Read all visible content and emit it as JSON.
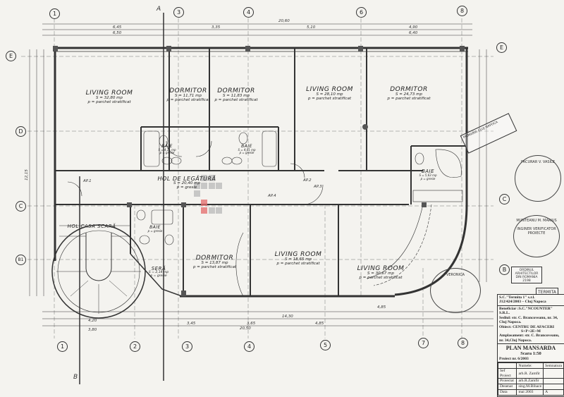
{
  "axes_top": [
    "1",
    "3",
    "4",
    "6",
    "8"
  ],
  "axes_bottom": [
    "1",
    "2",
    "3",
    "4",
    "5",
    "7",
    "8"
  ],
  "axes_left": [
    "E",
    "D",
    "C",
    "B1"
  ],
  "axes_right": [
    "E",
    "C",
    "B"
  ],
  "section_marks": [
    "A",
    "B"
  ],
  "dimensions_top": {
    "total": "20,60",
    "d1": "6,45",
    "d2": "6,50",
    "d3": "3,35",
    "d4": "5,10",
    "d5": "4,90",
    "d6": "6,40"
  },
  "dimensions_bottom": {
    "total": "20,50",
    "d1": "14,30",
    "d2": "3,45",
    "d3": "3,65",
    "d4": "4,85",
    "d5": "3,80",
    "d6": "4,20",
    "d7": "4,85"
  },
  "dimensions_left": "12,15",
  "rooms": [
    {
      "name": "LIVING ROOM",
      "area": "S = 32,80 mp",
      "floor": "p = parchet stratificat"
    },
    {
      "name": "DORMITOR",
      "area": "S = 11,71 mp",
      "floor": "p = parchet stratificat"
    },
    {
      "name": "DORMITOR",
      "area": "S = 11,83 mp",
      "floor": "p = parchet stratificat"
    },
    {
      "name": "LIVING ROOM",
      "area": "S = 28,10 mp",
      "floor": "p = parchet stratificat"
    },
    {
      "name": "DORMITOR",
      "area": "S = 24,73 mp",
      "floor": "p = parchet stratificat"
    },
    {
      "name": "BAIE",
      "area": "S = 4,11 mp",
      "floor": "p = gresie"
    },
    {
      "name": "BAIE",
      "area": "S = 4,01 mp",
      "floor": "p = gresie"
    },
    {
      "name": "BAIE",
      "area": "S = 5,63 mp",
      "floor": "p = gresie"
    },
    {
      "name": "HOL DE LEGĂTURĂ",
      "area": "S = 20,40 mp",
      "floor": "p = gresie"
    },
    {
      "name": "HOL CASA SCARĂ",
      "area": "",
      "floor": ""
    },
    {
      "name": "BAIE",
      "area": "",
      "floor": "p = gresie"
    },
    {
      "name": "SERĂ",
      "area": "S = 2,14 mp",
      "floor": "p = gresie"
    },
    {
      "name": "DORMITOR",
      "area": "S = 13,87 mp",
      "floor": "p = parchet stratificat"
    },
    {
      "name": "LIVING ROOM",
      "area": "S = 18,65 mp",
      "floor": "p = parchet stratificat"
    },
    {
      "name": "LIVING ROOM",
      "area": "S = 30,67 mp",
      "floor": "p = parchet stratificat"
    }
  ],
  "apartment_tags": [
    "AP.1",
    "AP.2",
    "AP.3",
    "AP.4"
  ],
  "title_block": {
    "company": "S.C.\"Termita 1\" s.r.l.",
    "registry": "J12/424/2003 – Cluj Napoca",
    "beneficiary": "Beneficiar :S.C.\"NCOUNTER\" S.R.L.",
    "seat": "Sediul: str. C. Brancoveanu, nr. 34, Cluj Napoca.",
    "object": "Obiect: CENTRU DE AFACERI",
    "levels": "S+P+2E+M",
    "location": "Amplasament: str. C. Brancoveanu, nr. 34,Cluj Napoca.",
    "plan_title": "PLAN MANSARDA",
    "scale": "Scara 1:50",
    "project_no": "Proiect nr. 6/2003",
    "table_header": [
      "",
      "Numele:",
      "Semnatura"
    ],
    "rows": [
      [
        "Sef Proiect",
        "arh.R. Zamfir"
      ],
      [
        "Proiectat",
        "arh.R.Zamfir"
      ],
      [
        "Desenat",
        "sing.M.Bihace"
      ],
      [
        "Data",
        "mai 2003",
        "A"
      ]
    ]
  },
  "stamps": {
    "firm": "TERMITA",
    "engineer1": "PACURAR V. VASILE",
    "engineer2": "MUNTEANU M. MARIUS",
    "engineer2_sub": "INGINER VERIFICATOR PROIECTE",
    "architect": "VERONICA",
    "approval": "PRIMARIA CLUJ NAPOCA",
    "small_box": "ORDINUL ARHITECTILOR DIN ROMANIA",
    "small_box_no": "2198"
  },
  "colors": {
    "paper": "#f4f3ef",
    "ink": "#222222",
    "watermark_red": "#e46a6a",
    "watermark_grey": "#b9b9b9"
  }
}
